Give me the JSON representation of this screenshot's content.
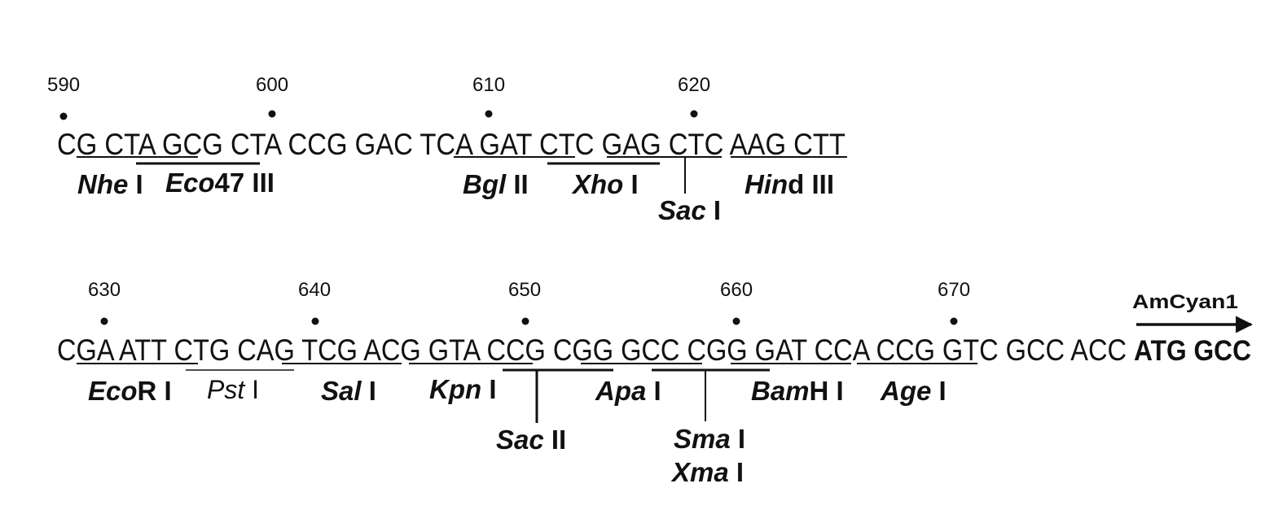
{
  "row1": {
    "sequence": "CG CTA GCG CTA CCG GAC TCA GAT CTC GAG CTC AAG CTT",
    "position_labels": [
      "590",
      "600",
      "610",
      "620"
    ],
    "enzymes": [
      {
        "italic": "Nhe",
        "roman": "I"
      },
      {
        "italic": "Eco",
        "roman": "47 III"
      },
      {
        "italic": "Bgl",
        "roman": "II"
      },
      {
        "italic": "Xho",
        "roman": "I"
      },
      {
        "italic": "Sac",
        "roman": "I"
      },
      {
        "italic": "Hin",
        "roman": "d III"
      }
    ]
  },
  "row2": {
    "sequence": "CGA ATT CTG CAG TCG ACG GTA CCG CGG GCC CGG GAT CCA CCG GTC GCC ACC",
    "coding_sequence": "ATG GCC",
    "gene_label": "AmCyan1",
    "position_labels": [
      "630",
      "640",
      "650",
      "660",
      "670"
    ],
    "enzymes": [
      {
        "italic": "Eco",
        "roman": "R I"
      },
      {
        "italic": "Pst",
        "roman": "I"
      },
      {
        "italic": "Sal",
        "roman": "I"
      },
      {
        "italic": "Kpn",
        "roman": "I"
      },
      {
        "italic": "Sac",
        "roman": "II"
      },
      {
        "italic": "Apa",
        "roman": "I"
      },
      {
        "italic": "Sma",
        "roman": "I"
      },
      {
        "italic": "Xma",
        "roman": "I"
      },
      {
        "italic": "Bam",
        "roman": "H I"
      },
      {
        "italic": "Age",
        "roman": "I"
      }
    ]
  }
}
